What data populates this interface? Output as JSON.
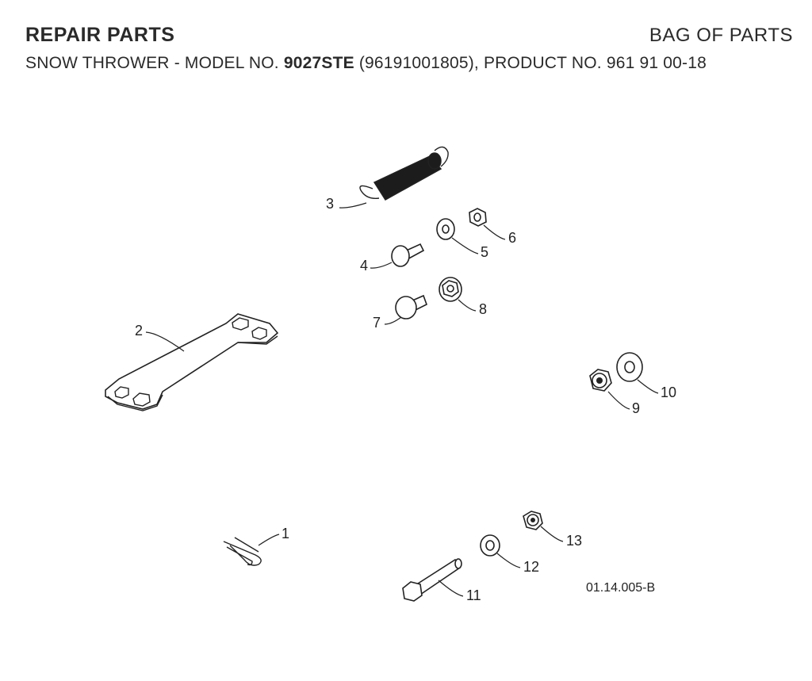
{
  "header": {
    "title_left": "REPAIR PARTS",
    "title_right": "BAG OF PARTS",
    "subtitle_prefix": "SNOW THROWER - MODEL NO. ",
    "subtitle_model": "9027STE",
    "subtitle_suffix": " (96191001805), PRODUCT NO. 961 91 00-18"
  },
  "diagram": {
    "code": "01.14.005-B",
    "parts": [
      {
        "id": "1",
        "icon": "hairpin-clip-icon"
      },
      {
        "id": "2",
        "icon": "hex-wrench-plate-icon"
      },
      {
        "id": "3",
        "icon": "extension-spring-icon"
      },
      {
        "id": "4",
        "icon": "shoulder-bolt-icon"
      },
      {
        "id": "5",
        "icon": "flat-washer-icon"
      },
      {
        "id": "6",
        "icon": "hex-nut-icon"
      },
      {
        "id": "7",
        "icon": "carriage-bolt-icon"
      },
      {
        "id": "8",
        "icon": "flange-nut-icon"
      },
      {
        "id": "9",
        "icon": "lock-nut-icon"
      },
      {
        "id": "10",
        "icon": "flat-washer-icon"
      },
      {
        "id": "11",
        "icon": "hex-bolt-icon"
      },
      {
        "id": "12",
        "icon": "washer-icon"
      },
      {
        "id": "13",
        "icon": "lock-nut-icon"
      }
    ]
  }
}
